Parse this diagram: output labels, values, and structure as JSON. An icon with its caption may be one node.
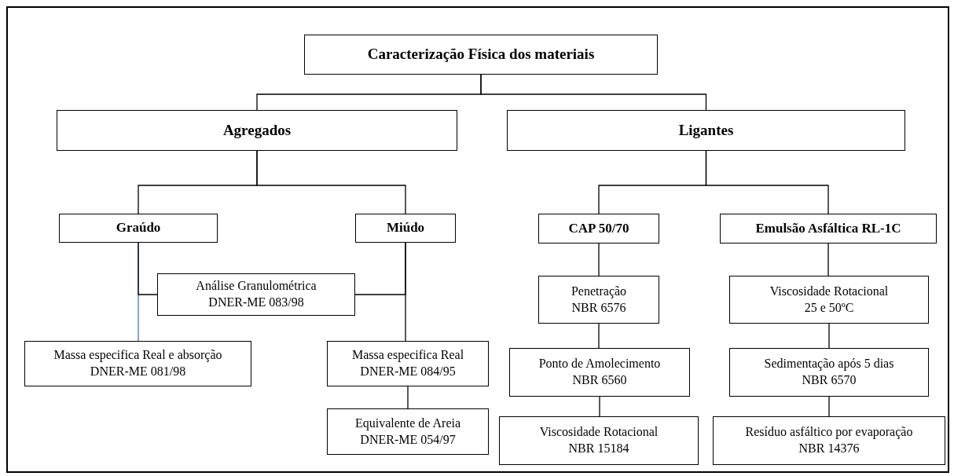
{
  "diagram": {
    "nodes": [
      {
        "text": [
          "Caracterização Física dos materiais"
        ]
      },
      {
        "text": [
          "Agregados"
        ]
      },
      {
        "text": [
          "Ligantes"
        ]
      },
      {
        "text": [
          "Graúdo"
        ]
      },
      {
        "text": [
          "Miúdo"
        ]
      },
      {
        "text": [
          "CAP 50/70"
        ]
      },
      {
        "text": [
          "Emulsão Asfáltica RL-1C"
        ]
      },
      {
        "text": [
          "Análise Granulométrica",
          "DNER-ME 083/98"
        ]
      },
      {
        "text": [
          "Massa especifica Real e absorção",
          "DNER-ME 081/98"
        ]
      },
      {
        "text": [
          "Penetração",
          "NBR 6576"
        ]
      },
      {
        "text": [
          "Viscosidade Rotacional",
          "25 e 50ºC"
        ]
      },
      {
        "text": [
          "Massa especifica Real",
          "DNER-ME 084/95"
        ]
      },
      {
        "text": [
          "Ponto de Amolecimento",
          "NBR 6560"
        ]
      },
      {
        "text": [
          "Sedimentação após 5 dias",
          "NBR 6570"
        ]
      },
      {
        "text": [
          "Equivalente de Areia",
          "DNER-ME 054/97"
        ]
      },
      {
        "text": [
          "Viscosidade Rotacional",
          "NBR 15184"
        ]
      },
      {
        "text": [
          "Resíduo asfáltico por evaporação",
          "NBR 14376"
        ]
      }
    ],
    "edges": [
      {
        "from": 0,
        "to": 1,
        "arrow": "none"
      },
      {
        "from": 0,
        "to": 2,
        "arrow": "none"
      },
      {
        "from": 1,
        "to": 3,
        "arrow": "none"
      },
      {
        "from": 1,
        "to": 4,
        "arrow": "none"
      },
      {
        "from": 2,
        "to": 5,
        "arrow": "none"
      },
      {
        "from": 2,
        "to": 6,
        "arrow": "none"
      },
      {
        "from": 3,
        "to": 8,
        "arrow": "none",
        "color": "#4472c4"
      },
      {
        "from": 3,
        "to": 7,
        "arrow": "none"
      },
      {
        "from": 4,
        "to": 7,
        "arrow": "none"
      },
      {
        "from": 4,
        "to": 11,
        "arrow": "none"
      },
      {
        "from": 11,
        "to": 14,
        "arrow": "none"
      },
      {
        "from": 5,
        "to": 9,
        "arrow": "none"
      },
      {
        "from": 9,
        "to": 12,
        "arrow": "none"
      },
      {
        "from": 12,
        "to": 15,
        "arrow": "none"
      },
      {
        "from": 6,
        "to": 10,
        "arrow": "none"
      },
      {
        "from": 10,
        "to": 13,
        "arrow": "none"
      },
      {
        "from": 13,
        "to": 16,
        "arrow": "none"
      }
    ]
  }
}
